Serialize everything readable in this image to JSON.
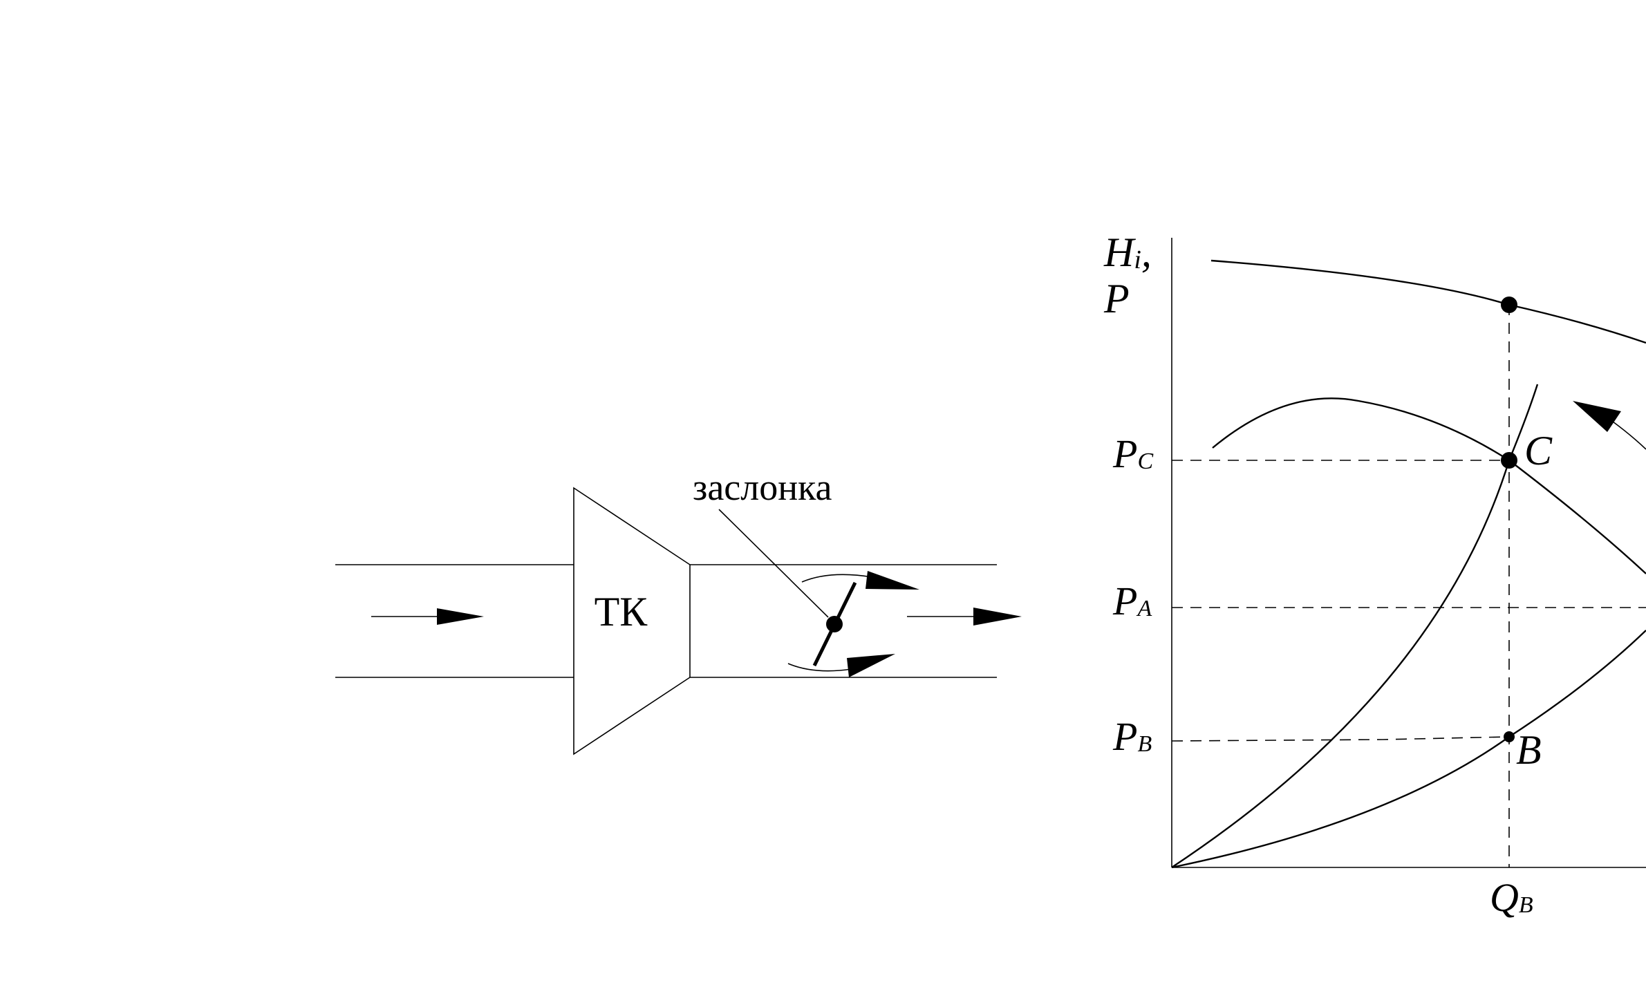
{
  "schematic": {
    "compressor_label": "ТК",
    "damper_label": "заслонка"
  },
  "plot": {
    "y_axis_label_line1": "H",
    "y_axis_label_sub": "i",
    "y_axis_label_comma": ",",
    "y_axis_label_line2": "P",
    "levels": [
      {
        "main": "P",
        "sub": "C"
      },
      {
        "main": "P",
        "sub": "A"
      },
      {
        "main": "P",
        "sub": "B"
      }
    ],
    "x_tick": {
      "main": "Q",
      "sub": "B"
    },
    "points": [
      {
        "label": "C"
      },
      {
        "label": "B"
      }
    ]
  },
  "colors": {
    "ink": "#000000",
    "background": "#ffffff"
  }
}
